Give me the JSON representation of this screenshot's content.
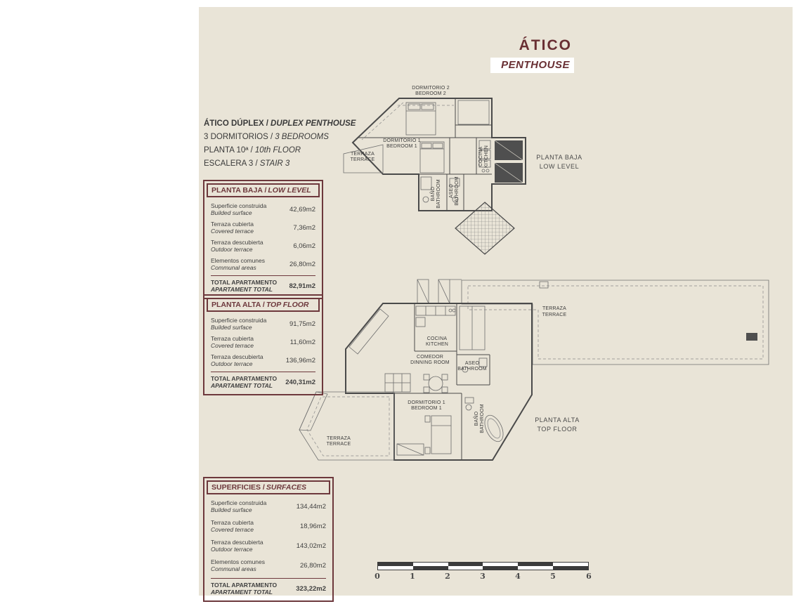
{
  "title_block": {
    "title": "ÁTICO",
    "subtitle": "PENTHOUSE"
  },
  "info_block": {
    "lines": [
      {
        "es": "ÁTICO DÚPLEX /",
        "en": "DUPLEX PENTHOUSE"
      },
      {
        "es": "3 DORMITORIOS /",
        "en": "3 BEDROOMS"
      },
      {
        "es": "PLANTA 10ª /",
        "en": "10th FLOOR"
      },
      {
        "es": "ESCALERA 3 /",
        "en": "STAIR 3"
      }
    ]
  },
  "tables": {
    "low_level": {
      "header_es": "PLANTA BAJA /",
      "header_en": "LOW LEVEL",
      "rows": [
        {
          "es": "Superficie construida",
          "en": "Builded surface",
          "value": "42,69m2"
        },
        {
          "es": "Terraza cubierta",
          "en": "Covered terrace",
          "value": "7,36m2"
        },
        {
          "es": "Terraza descubierta",
          "en": "Outdoor terrace",
          "value": "6,06m2"
        },
        {
          "es": "Elementos comunes",
          "en": "Communal areas",
          "value": "26,80m2"
        }
      ],
      "total": {
        "es": "TOTAL APARTAMENTO",
        "en": "APARTAMENT TOTAL",
        "value": "82,91m2"
      }
    },
    "top_floor": {
      "header_es": "PLANTA ALTA /",
      "header_en": "TOP FLOOR",
      "rows": [
        {
          "es": "Superficie construida",
          "en": "Builded surface",
          "value": "91,75m2"
        },
        {
          "es": "Terraza cubierta",
          "en": "Covered terrace",
          "value": "11,60m2"
        },
        {
          "es": "Terraza descubierta",
          "en": "Outdoor terrace",
          "value": "136,96m2"
        }
      ],
      "total": {
        "es": "TOTAL APARTAMENTO",
        "en": "APARTAMENT TOTAL",
        "value": "240,31m2"
      }
    },
    "surfaces": {
      "header_es": "SUPERFICIES /",
      "header_en": "SURFACES",
      "rows": [
        {
          "es": "Superficie construida",
          "en": "Builded surface",
          "value": "134,44m2"
        },
        {
          "es": "Terraza cubierta",
          "en": "Covered terrace",
          "value": "18,96m2"
        },
        {
          "es": "Terraza descubierta",
          "en": "Outdoor terrace",
          "value": "143,02m2"
        },
        {
          "es": "Elementos comunes",
          "en": "Communal areas",
          "value": "26,80m2"
        }
      ],
      "total": {
        "es": "TOTAL APARTAMENTO",
        "en": "APARTAMENT TOTAL",
        "value": "323,22m2"
      }
    }
  },
  "plan_low": {
    "labels": {
      "bedroom2": {
        "es": "DORMITORIO 2",
        "en": "BEDROOM 2"
      },
      "terrace": {
        "es": "TERRAZA",
        "en": "TERRACE"
      },
      "bedroom1": {
        "es": "DORMITORIO 1",
        "en": "BEDROOM 1"
      },
      "kitchen": {
        "es": "COCINA",
        "en": "KITCHEN"
      },
      "bath": {
        "es": "BAÑO",
        "en": "BATHROOM"
      },
      "aseo": {
        "es": "ASEO",
        "en": "BATHROOM"
      },
      "side": {
        "es": "PLANTA BAJA",
        "en": "LOW LEVEL"
      }
    }
  },
  "plan_top": {
    "labels": {
      "terrace_right": {
        "es": "TERRAZA",
        "en": "TERRACE"
      },
      "kitchen": {
        "es": "COCINA",
        "en": "KITCHEN"
      },
      "dining": {
        "es": "COMEDOR",
        "en": "DINNING ROOM"
      },
      "aseo": {
        "es": "ASEO",
        "en": "BATHROOM"
      },
      "bedroom1": {
        "es": "DORMITORIO 1",
        "en": "BEDROOM 1"
      },
      "bath": {
        "es": "BAÑO",
        "en": "BATHROOM"
      },
      "terrace_left": {
        "es": "TERRAZA",
        "en": "TERRACE"
      },
      "side": {
        "es": "PLANTA ALTA",
        "en": "TOP FLOOR"
      }
    }
  },
  "scale_bar": {
    "ticks": [
      "0",
      "1",
      "2",
      "3",
      "4",
      "5",
      "6"
    ]
  },
  "colors": {
    "sheet": "#e9e4d7",
    "accent_maroon": "#6d383c",
    "plan_line": "#4a4a4a"
  }
}
